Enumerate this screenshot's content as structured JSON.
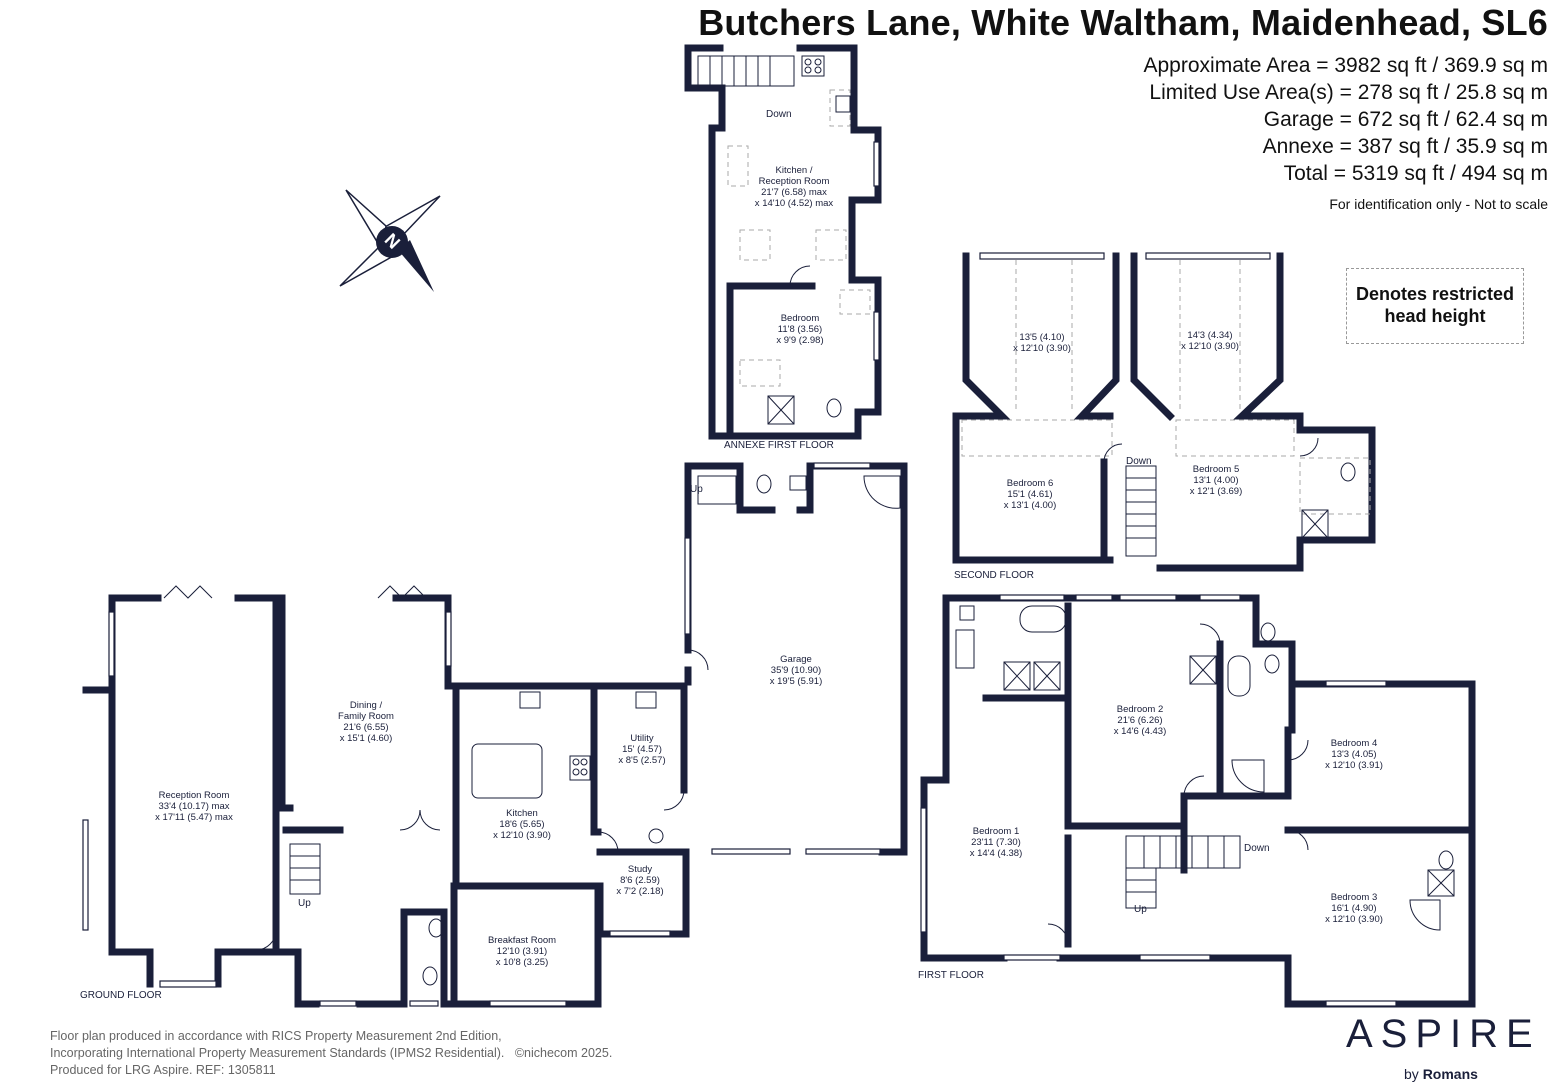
{
  "header": {
    "title": "Butchers Lane, White Waltham, Maidenhead, SL6",
    "areas": [
      "Approximate Area = 3982 sq ft / 369.9 sq m",
      "Limited Use Area(s) = 278 sq ft / 25.8 sq m",
      "Garage = 672 sq ft / 62.4 sq m",
      "Annexe = 387 sq ft / 35.9 sq m",
      "Total = 5319 sq ft / 494 sq m"
    ],
    "note": "For identification only - Not to scale"
  },
  "legend": {
    "text_line1": "Denotes restricted",
    "text_line2": "head height"
  },
  "compass": {
    "letter": "N"
  },
  "floors": {
    "ground": "GROUND FLOOR",
    "first": "FIRST FLOOR",
    "second": "SECOND FLOOR",
    "annexe": "ANNEXE FIRST FLOOR"
  },
  "rooms": {
    "annexe_kitchen": {
      "name": "Kitchen /",
      "name2": "Reception Room",
      "dim1": "21'7 (6.58) max",
      "dim2": "x 14'10 (4.52) max"
    },
    "annexe_bedroom": {
      "name": "Bedroom",
      "dim1": "11'8 (3.56)",
      "dim2": "x 9'9 (2.98)"
    },
    "bedroom6": {
      "name": "Bedroom 6",
      "dim1": "15'1 (4.61)",
      "dim2": "x 13'1 (4.00)"
    },
    "bedroom6_upper": {
      "dim1": "13'5 (4.10)",
      "dim2": "x 12'10 (3.90)"
    },
    "bedroom5": {
      "name": "Bedroom 5",
      "dim1": "13'1 (4.00)",
      "dim2": "x 12'1 (3.69)"
    },
    "bedroom5_upper": {
      "dim1": "14'3 (4.34)",
      "dim2": "x 12'10 (3.90)"
    },
    "garage": {
      "name": "Garage",
      "dim1": "35'9 (10.90)",
      "dim2": "x 19'5 (5.91)"
    },
    "reception": {
      "name": "Reception Room",
      "dim1": "33'4 (10.17) max",
      "dim2": "x 17'11 (5.47) max"
    },
    "dining": {
      "name": "Dining /",
      "name2": "Family Room",
      "dim1": "21'6 (6.55)",
      "dim2": "x 15'1 (4.60)"
    },
    "kitchen": {
      "name": "Kitchen",
      "dim1": "18'6 (5.65)",
      "dim2": "x 12'10 (3.90)"
    },
    "utility": {
      "name": "Utility",
      "dim1": "15' (4.57)",
      "dim2": "x 8'5 (2.57)"
    },
    "study": {
      "name": "Study",
      "dim1": "8'6 (2.59)",
      "dim2": "x 7'2 (2.18)"
    },
    "breakfast": {
      "name": "Breakfast Room",
      "dim1": "12'10 (3.91)",
      "dim2": "x 10'8 (3.25)"
    },
    "bedroom1": {
      "name": "Bedroom 1",
      "dim1": "23'11 (7.30)",
      "dim2": "x 14'4 (4.38)"
    },
    "bedroom2": {
      "name": "Bedroom 2",
      "dim1": "21'6 (6.26)",
      "dim2": "x 14'6 (4.43)"
    },
    "bedroom3": {
      "name": "Bedroom 3",
      "dim1": "16'1 (4.90)",
      "dim2": "x 12'10 (3.90)"
    },
    "bedroom4": {
      "name": "Bedroom 4",
      "dim1": "13'3 (4.05)",
      "dim2": "x 12'10 (3.91)"
    }
  },
  "stairs": {
    "down": "Down",
    "up": "Up"
  },
  "footer": {
    "line1": "Floor plan produced in accordance with RICS Property Measurement 2nd Edition,",
    "line2": "Incorporating International Property Measurement Standards (IPMS2 Residential).",
    "copyright": "©nichecom 2025.",
    "line3": "Produced for LRG Aspire.   REF:  1305811"
  },
  "brand": {
    "name": "ASPIRE",
    "by": "by",
    "sub": "Romans"
  },
  "colors": {
    "wall": "#1a1f3a",
    "text": "#1a1f3a",
    "dashed": "#aaaaaa"
  }
}
